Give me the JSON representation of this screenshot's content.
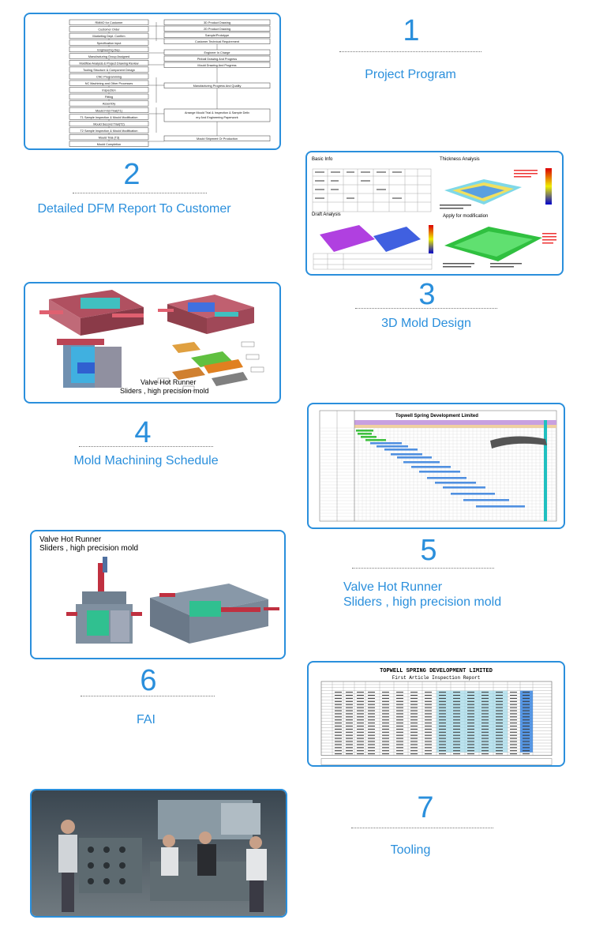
{
  "colors": {
    "accent": "#2a8fdc"
  },
  "sections": {
    "s1": {
      "number": "1",
      "caption": "Project Program"
    },
    "s2": {
      "number": "2",
      "caption": "Detailed DFM Report To Customer"
    },
    "s3": {
      "number": "3",
      "caption": "3D Mold Design"
    },
    "s4": {
      "number": "4",
      "caption": "Mold Machining Schedule"
    },
    "s5": {
      "number": "5",
      "caption_line1": "Valve Hot Runner",
      "caption_line2": "Sliders , high precision mold"
    },
    "s6": {
      "number": "6",
      "caption": "FAI"
    },
    "s7": {
      "number": "7",
      "caption": "Tooling"
    }
  },
  "flowchart": {
    "left_boxes": [
      "RMMO for Customer",
      "Customer Order",
      "Marketing Dept. Confirm",
      "Specification input",
      "Engineering Dep.",
      "Manufacturing Group Assigned",
      "Moldflow Analysis & Project Drawing Review",
      "Tooling Structure & Component Design",
      "CNC Programming",
      "NC Machining and Other Processes",
      "Inspection",
      "Fitting",
      "Assembly",
      "Mould First Trial(T1)",
      "T1 Sample Inspection & Mould Modification",
      "Mould Second Trial(T2)",
      "T2 Sample Inspection & Mould Modification",
      "Mould Trial (T3)",
      "Mould Completion"
    ],
    "right_boxes": [
      "3D Product Drawing",
      "2D Product Drawing",
      "Sample/Prototype",
      "Customer Technical Requirement",
      "Engineer In Charge",
      "Pinball Drawing And Progress",
      "Mould Drawing And Progress",
      "Manufacturing Progress And Quality",
      "Arrange Mould Trial & Inspection & Sample Delivery And Engineering Paperwork",
      "Mould Shipment Or Production"
    ]
  },
  "dfm": {
    "basic_info": "Basic Info",
    "thickness_analysis": "Thickness Analysis",
    "draft_analysis": "Draft Analysis",
    "apply_for_modification": "Apply for modification"
  },
  "mold_design": {
    "caption_line1": "Valve Hot Runner",
    "caption_line2": "Sliders , high precision mold"
  },
  "schedule": {
    "title": "Topwell Spring Development Limited"
  },
  "valve": {
    "caption_line1": "Valve Hot Runner",
    "caption_line2": "Sliders , high precision mold"
  },
  "fai": {
    "title": "TOPWELL SPRING DEVELOPMENT LIMITED",
    "subtitle": "First Article Inspection Report"
  }
}
